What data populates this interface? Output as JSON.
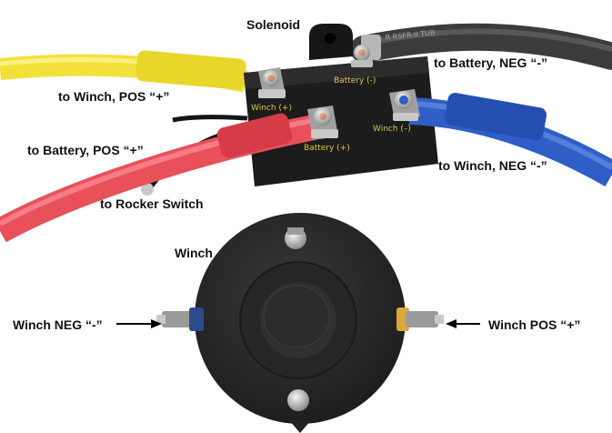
{
  "labels": {
    "solenoid": "Solenoid",
    "to_winch_pos": "to Winch, POS “+”",
    "to_battery_neg": "to Battery, NEG “-”",
    "to_battery_pos": "to Battery, POS “+”",
    "to_winch_neg": "to Winch, NEG “-”",
    "to_rocker_switch": "to Rocker Switch",
    "winch": "Winch",
    "winch_neg": "Winch NEG “-”",
    "winch_pos": "Winch POS “+”"
  },
  "terminals": {
    "battery_neg": "Battery (-)",
    "winch_pos": "Winch (+)",
    "battery_pos": "Battery (+)",
    "winch_neg": "Winch (–)"
  },
  "cable_print": "R RSFR-II TUB",
  "colors": {
    "yellow_cable": "#f2e13a",
    "red_cable": "#e8505a",
    "blue_cable": "#2f5fc6",
    "black_cable": "#3d3d3d",
    "solenoid_body": "#1c1c1c",
    "winch_body": "#2a2a2a",
    "terminal_text": "#d8c84a"
  }
}
